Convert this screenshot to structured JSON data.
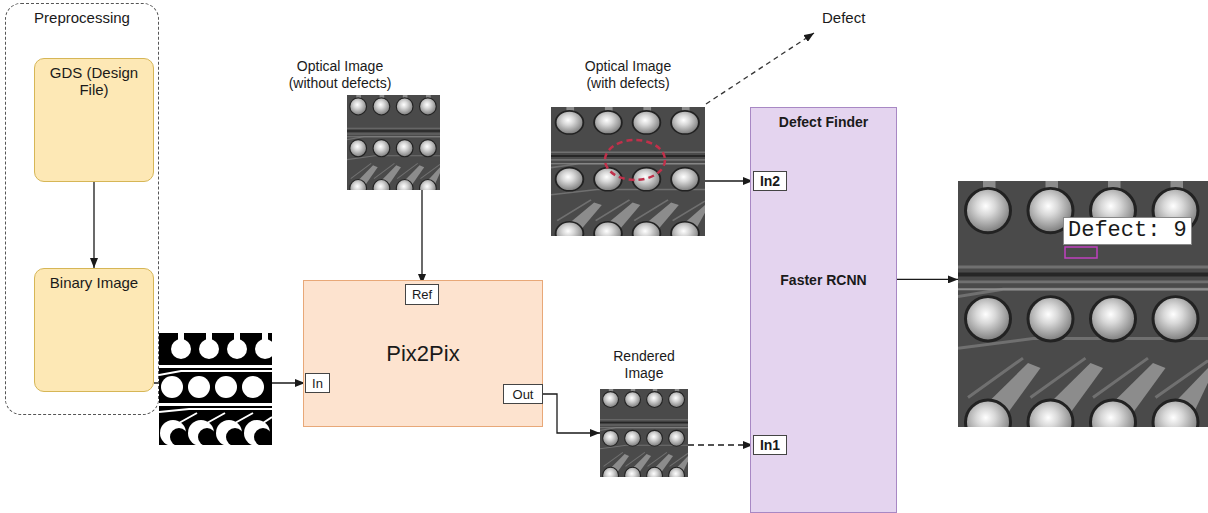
{
  "diagram": {
    "nodes": [
      {
        "text": [
          "Preprocessing"
        ]
      },
      {
        "text": [
          "GDS (Design File)"
        ],
        "in": 0
      },
      {
        "text": [
          "Binary Image"
        ],
        "in": 0
      },
      {
        "text": [
          "Optical Image (without defects)"
        ]
      },
      {
        "text": [
          "Pix2Pix"
        ]
      },
      {
        "text": [
          "Ref"
        ],
        "in": 4
      },
      {
        "text": [
          "In"
        ],
        "in": 4
      },
      {
        "text": [
          "Out"
        ],
        "in": 4
      },
      {
        "text": [
          "Optical Image (with defects)"
        ]
      },
      {
        "text": [
          "Rendered Image"
        ]
      },
      {
        "text": [
          "Defect Finder",
          "Faster RCNN"
        ]
      },
      {
        "text": [
          "In2"
        ],
        "in": 10
      },
      {
        "text": [
          "In1"
        ],
        "in": 10
      },
      {
        "text": [
          "Defect: 9"
        ]
      }
    ],
    "edges": [
      {
        "from": 1,
        "to": 2,
        "arrow": "to"
      },
      {
        "from": 2,
        "to": 6,
        "arrow": "to"
      },
      {
        "from": 3,
        "to": 5,
        "arrow": "to"
      },
      {
        "from": 7,
        "to": 9,
        "arrow": "to"
      },
      {
        "from": 8,
        "to": 11,
        "arrow": "to"
      },
      {
        "from": 9,
        "to": 12,
        "arrow": "to"
      },
      {
        "from": 10,
        "to": 13,
        "arrow": "to"
      }
    ],
    "labels": [
      "Defect"
    ]
  }
}
